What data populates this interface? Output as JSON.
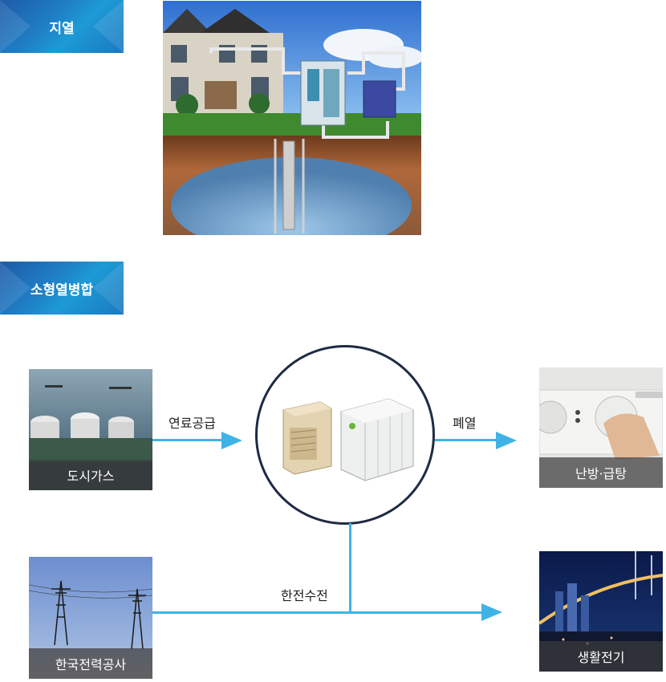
{
  "sections": {
    "geothermal": {
      "title": "지열"
    },
    "chp": {
      "title": "소형열병합"
    }
  },
  "sources": {
    "city_gas": {
      "caption": "도시가스"
    },
    "kepco": {
      "caption": "한국전력공사"
    }
  },
  "outputs": {
    "heating": {
      "caption": "난방·급탕"
    },
    "power": {
      "caption": "생활전기"
    }
  },
  "flows": {
    "fuel_supply": "연료공급",
    "waste_heat": "폐열",
    "grid_power": "한전수전"
  },
  "colors": {
    "tag_blue": "#1f7fc6",
    "arrow": "#3fb3e6",
    "circle_border": "#1f2a44"
  }
}
